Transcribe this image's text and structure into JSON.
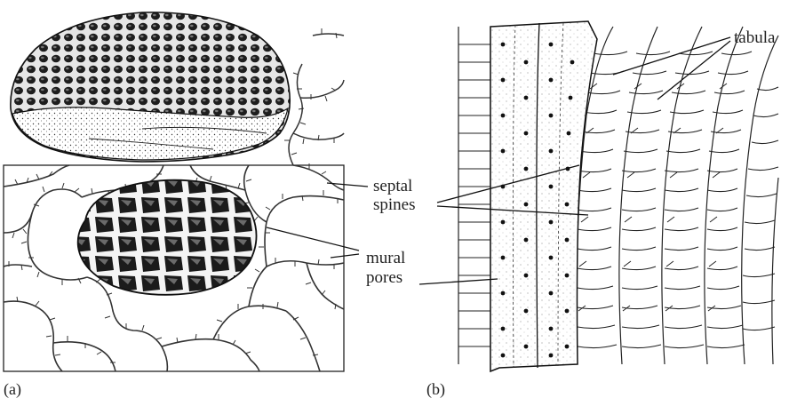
{
  "figure": {
    "panel_a": {
      "label": "(a)"
    },
    "panel_b": {
      "label": "(b)"
    },
    "annotations": {
      "septal_line1": "septal",
      "septal_line2": "spines",
      "mural_line1": "mural",
      "mural_line2": "pores",
      "tabula": "tabula"
    }
  }
}
